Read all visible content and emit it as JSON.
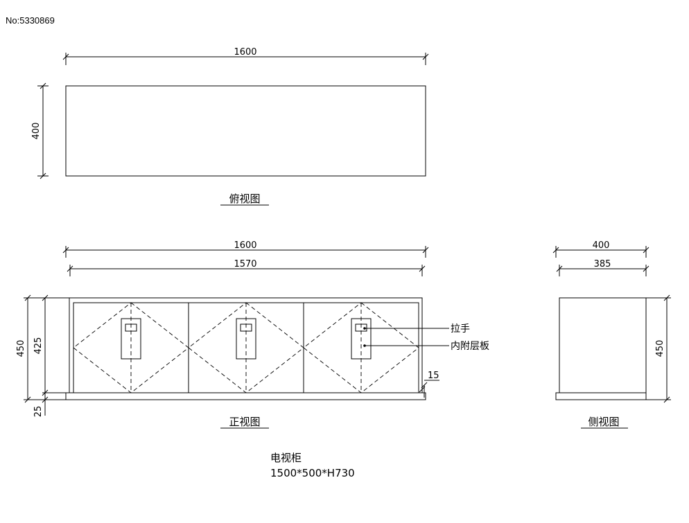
{
  "catalog_no": "No:5330869",
  "top_view": {
    "title": "俯视图",
    "width_dim": "1600",
    "depth_dim": "400"
  },
  "front_view": {
    "title": "正视图",
    "overall_width_dim": "1600",
    "inner_width_dim": "1570",
    "height_dim": "450",
    "cabinet_height_dim": "425",
    "base_height_dim": "25",
    "offset_dim": "15",
    "labels": {
      "handle": "拉手",
      "inner_shelf": "内附层板"
    }
  },
  "side_view": {
    "title": "侧视图",
    "depth_dim": "400",
    "inner_depth_dim": "385",
    "height_dim": "450"
  },
  "caption": {
    "name": "电视柜",
    "size": "1500*500*H730"
  }
}
